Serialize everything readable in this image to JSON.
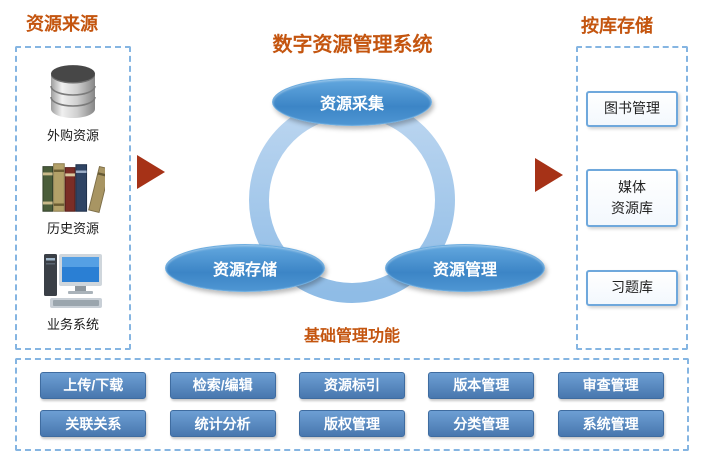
{
  "titles": {
    "sources": "资源来源",
    "system": "数字资源管理系统",
    "storage": "按库存储",
    "ring_caption": "基础管理功能"
  },
  "sources": [
    {
      "label": "外购资源",
      "icon": "database-icon"
    },
    {
      "label": "历史资源",
      "icon": "books-icon"
    },
    {
      "label": "业务系统",
      "icon": "computer-icon"
    }
  ],
  "ring": {
    "nodes": [
      "资源采集",
      "资源存储",
      "资源管理"
    ]
  },
  "storage": [
    {
      "label": "图书管理"
    },
    {
      "line1": "媒体",
      "line2": "资源库"
    },
    {
      "label": "习题库"
    }
  ],
  "functions": {
    "row1": [
      "上传/下载",
      "检索/编辑",
      "资源标引",
      "版本管理",
      "审查管理"
    ],
    "row2": [
      "关联关系",
      "统计分析",
      "版权管理",
      "分类管理",
      "系统管理"
    ]
  },
  "colors": {
    "accent_orange": "#C4550F",
    "node_blue": "#4A90CE",
    "ring_blue": "#A9CBEA",
    "button_blue": "#4F81BD",
    "arrow_red": "#A63217",
    "dash_border": "#85B5E2"
  }
}
